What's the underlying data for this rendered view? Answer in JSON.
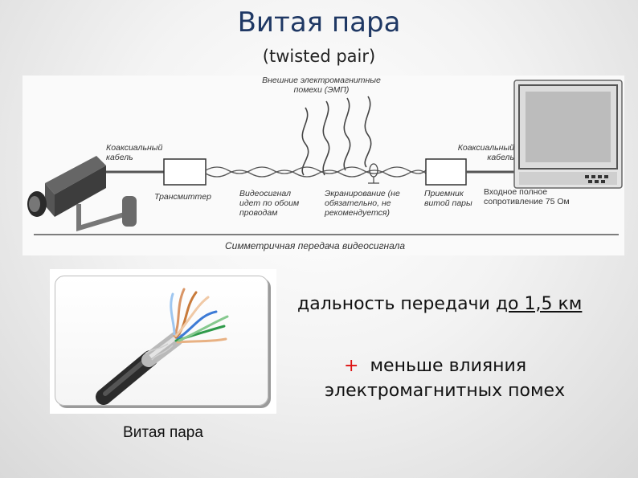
{
  "slide": {
    "title": "Витая пара",
    "subtitle": "(twisted pair)"
  },
  "diagram": {
    "emp_label": "Внешние электромагнитные помехи (ЭМП)",
    "coax_left": "Коаксиальный кабель",
    "transmitter": "Трансмиттер",
    "video_signal": "Видеосигнал идет по обоим проводам",
    "shielding": "Экранирование (не обязательно, не рекомендуется)",
    "receiver": "Приемник витой пары",
    "coax_right": "Коаксиальный кабель",
    "input_impedance": "Входное полное сопротивление 75 Ом",
    "caption": "Симметричная передача видеосигнала"
  },
  "photo": {
    "caption": "Витая пара"
  },
  "benefits": {
    "range_prefix": "дальность передачи ",
    "range_value": "до 1,5 км",
    "plus_sign": "+",
    "less_interference_line1": "меньше влияния",
    "less_interference_line2": "электромагнитных помех"
  },
  "colors": {
    "title": "#1f3864",
    "plus": "#dd1111"
  }
}
